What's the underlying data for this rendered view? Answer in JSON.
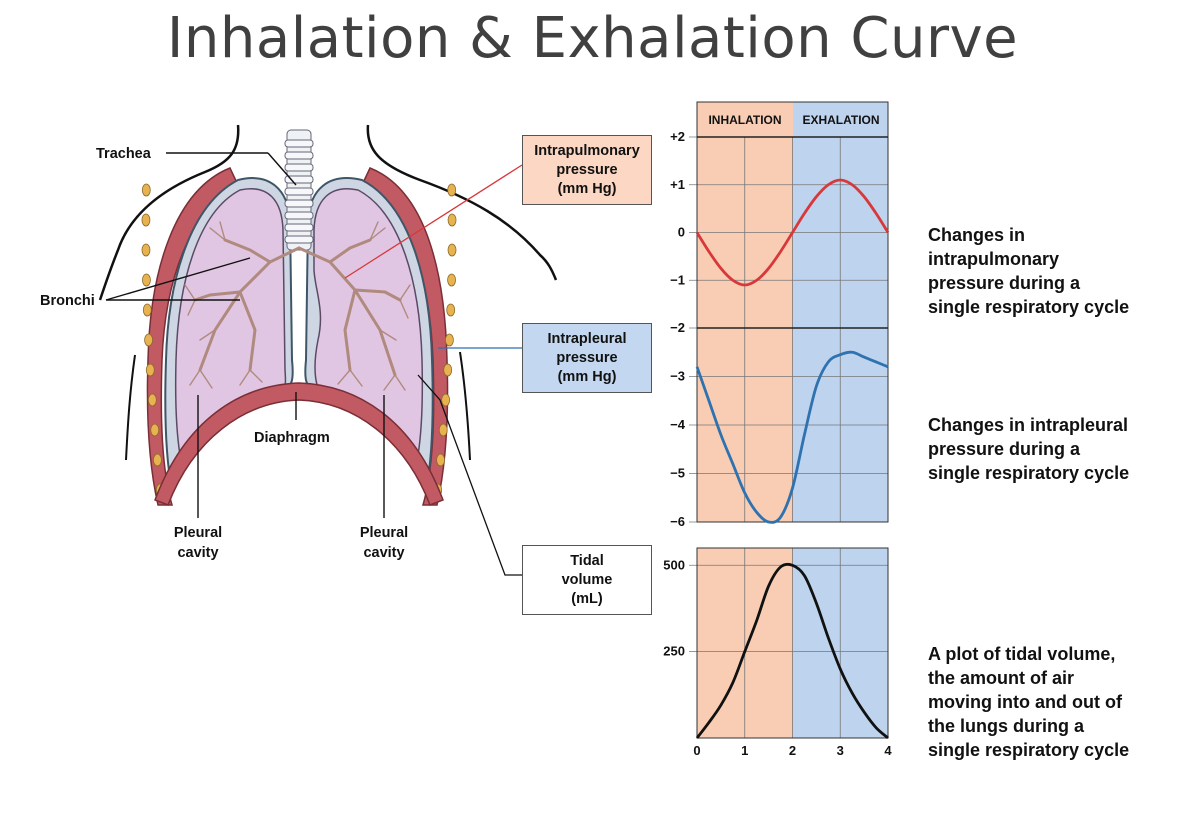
{
  "title": "Inhalation & Exhalation Curve",
  "lung_labels": {
    "trachea": "Trachea",
    "bronchi": "Bronchi",
    "diaphragm": "Diaphragm",
    "pleural_left": [
      "Pleural",
      "cavity"
    ],
    "pleural_right": [
      "Pleural",
      "cavity"
    ]
  },
  "phase_labels": {
    "inhalation": "INHALATION",
    "exhalation": "EXHALATION"
  },
  "box_labels": {
    "intrapulmonary": [
      "Intrapulmonary",
      "pressure",
      "(mm Hg)"
    ],
    "intrapleural": [
      "Intrapleural",
      "pressure",
      "(mm Hg)"
    ],
    "tidal": [
      "Tidal",
      "volume",
      "(mL)"
    ]
  },
  "descriptions": {
    "intrapulmonary": [
      "Changes in",
      "intrapulmonary",
      "pressure during a",
      "single respiratory cycle"
    ],
    "intrapleural": [
      "Changes in intrapleural",
      "pressure during a",
      "single respiratory cycle"
    ],
    "tidal": [
      "A plot of tidal volume,",
      "the amount of air",
      "moving into and out of",
      "the lungs during a",
      "single respiratory cycle"
    ]
  },
  "colors": {
    "inhalation_bg": "#f8cdb4",
    "exhalation_bg": "#bdd3ee",
    "intrapulmonary_line": "#d9383b",
    "intrapleural_line": "#2f72b0",
    "tidal_line": "#111111",
    "intrapulmonary_box": "#fbd7c4",
    "intrapleural_box": "#c3d8f0",
    "lung_tissue": "#e0c6e2",
    "pleura": "#cdd6e2",
    "chest_wall": "#c25a63"
  },
  "chart_data": [
    {
      "type": "line",
      "title": "",
      "ylabel": "Intrapulmonary pressure (mm Hg)",
      "x": [
        0,
        0.25,
        0.5,
        0.75,
        1,
        1.25,
        1.5,
        1.75,
        2,
        2.25,
        2.5,
        2.75,
        3,
        3.25,
        3.5,
        3.75,
        4
      ],
      "series": [
        {
          "name": "Intrapulmonary pressure",
          "values": [
            0,
            -0.4,
            -0.75,
            -1.0,
            -1.1,
            -1.0,
            -0.75,
            -0.4,
            0,
            0.4,
            0.75,
            1.0,
            1.1,
            1.0,
            0.75,
            0.4,
            0
          ]
        }
      ],
      "y_ticks": [
        "+2",
        "+1",
        "0",
        "−1",
        "−2"
      ],
      "ylim": [
        -2,
        2
      ],
      "xlim": [
        0,
        4
      ]
    },
    {
      "type": "line",
      "title": "",
      "ylabel": "Intrapleural pressure (mm Hg)",
      "x": [
        0,
        0.25,
        0.5,
        0.75,
        1,
        1.25,
        1.5,
        1.75,
        2,
        2.25,
        2.5,
        2.75,
        3,
        3.25,
        3.5,
        3.75,
        4
      ],
      "series": [
        {
          "name": "Intrapleural pressure",
          "values": [
            -2.8,
            -3.5,
            -4.2,
            -4.8,
            -5.4,
            -5.8,
            -6.0,
            -5.9,
            -5.3,
            -4.2,
            -3.2,
            -2.7,
            -2.55,
            -2.5,
            -2.6,
            -2.7,
            -2.8
          ]
        }
      ],
      "y_ticks": [
        "−3",
        "−4",
        "−5",
        "−6"
      ],
      "ylim": [
        -6,
        -2
      ],
      "xlim": [
        0,
        4
      ]
    },
    {
      "type": "line",
      "title": "",
      "ylabel": "Tidal volume (mL)",
      "x": [
        0,
        0.25,
        0.5,
        0.75,
        1,
        1.25,
        1.5,
        1.75,
        2,
        2.25,
        2.5,
        2.75,
        3,
        3.25,
        3.5,
        3.75,
        4
      ],
      "series": [
        {
          "name": "Tidal volume",
          "values": [
            0,
            45,
            95,
            160,
            250,
            340,
            440,
            495,
            500,
            470,
            390,
            290,
            200,
            130,
            75,
            30,
            0
          ]
        }
      ],
      "x_ticks": [
        "0",
        "1",
        "2",
        "3",
        "4"
      ],
      "y_ticks": [
        "500",
        "250"
      ],
      "ylim": [
        0,
        550
      ],
      "xlim": [
        0,
        4
      ]
    }
  ]
}
